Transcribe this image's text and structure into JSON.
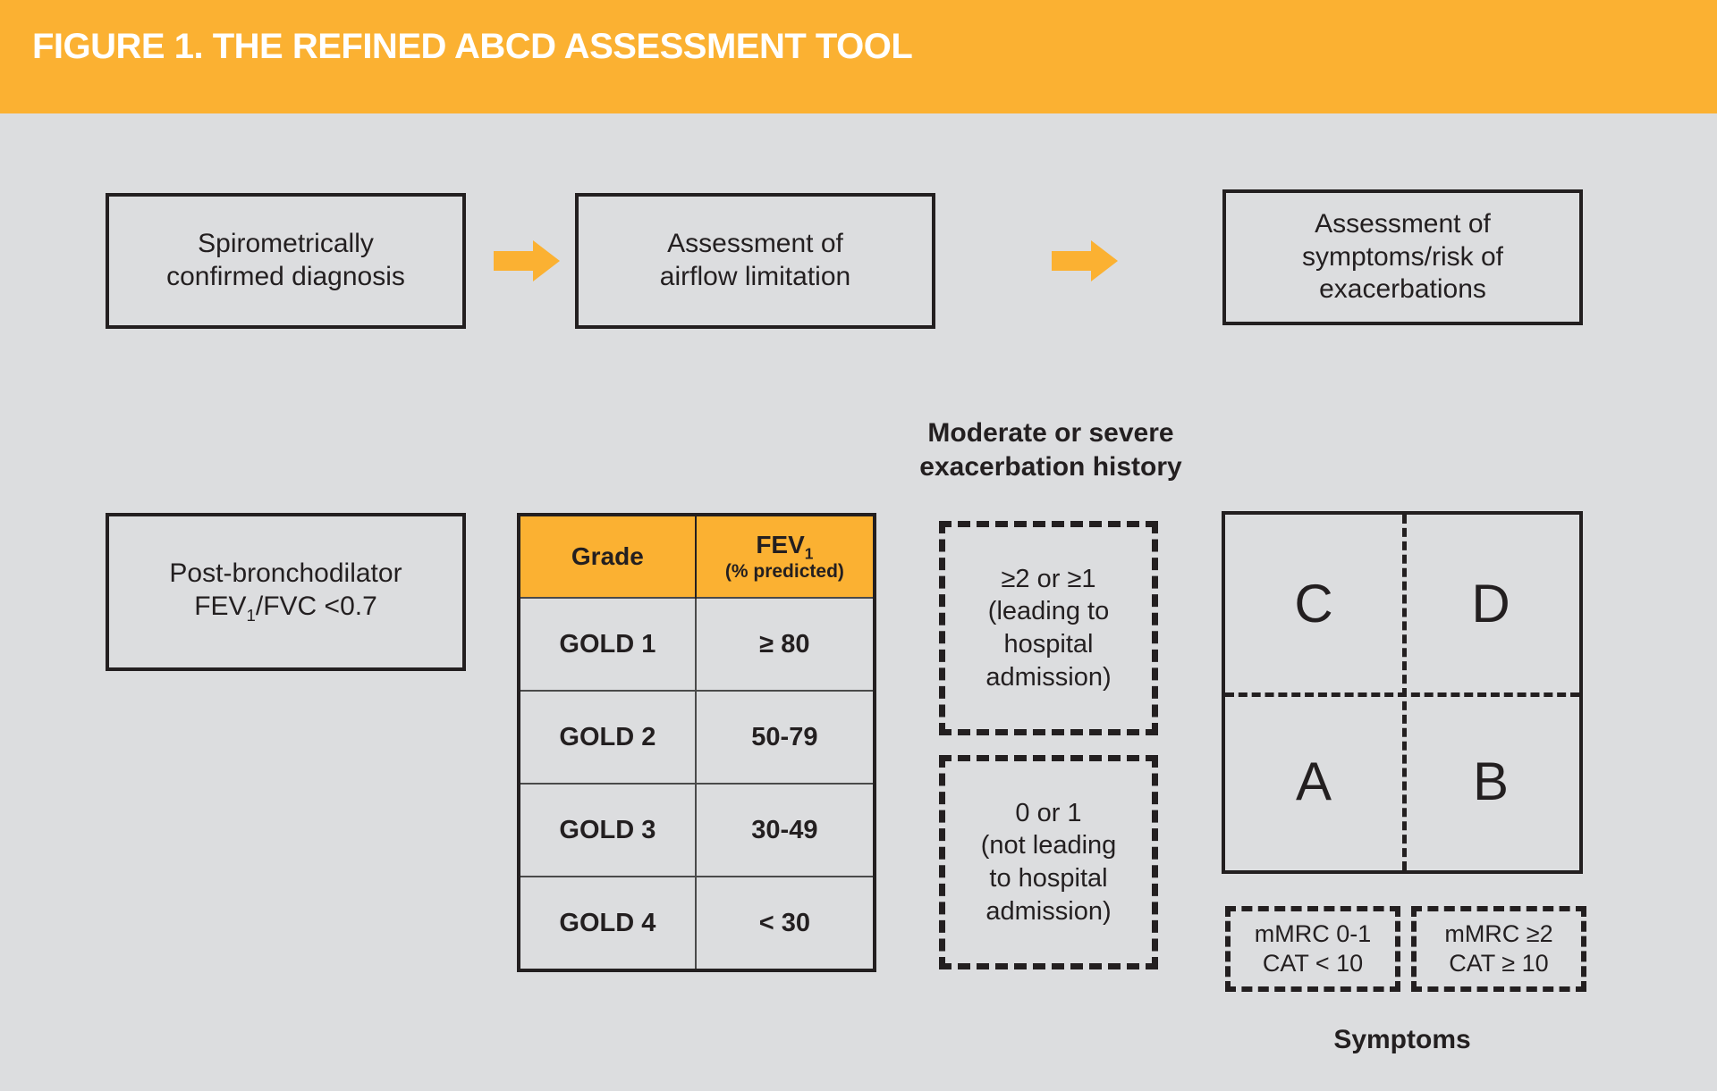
{
  "banner": {
    "title": "FIGURE 1. THE REFINED ABCD ASSESSMENT TOOL",
    "background_color": "#fbb132",
    "text_color": "#ffffff"
  },
  "canvas": {
    "background_color": "#dcdddf",
    "line_color": "#231f20",
    "accent_color": "#fbb132"
  },
  "flow": {
    "step1": {
      "line1": "Spirometrically",
      "line2": "confirmed diagnosis"
    },
    "arrow1": "right-arrow-icon",
    "step2": {
      "line1": "Assessment of",
      "line2": "airflow limitation"
    },
    "arrow2": "right-arrow-icon",
    "step3": {
      "line1": "Assessment of",
      "line2": "symptoms/risk of",
      "line3": "exacerbations"
    }
  },
  "criteria_box": {
    "line1": "Post-bronchodilator",
    "line2_pre": "FEV",
    "line2_sub": "1",
    "line2_post": "/FVC <0.7"
  },
  "chart_data": {
    "type": "table",
    "title": "GOLD grades of airflow limitation",
    "columns": [
      "Grade",
      "FEV1 (% predicted)"
    ],
    "header": {
      "col1": "Grade",
      "col2_main_pre": "FEV",
      "col2_main_sub": "1",
      "col2_sub": "(% predicted)"
    },
    "rows": [
      {
        "grade": "GOLD 1",
        "fev1": "≥ 80"
      },
      {
        "grade": "GOLD 2",
        "fev1": "50-79"
      },
      {
        "grade": "GOLD 3",
        "fev1": "30-49"
      },
      {
        "grade": "GOLD 4",
        "fev1": "< 30"
      }
    ]
  },
  "exacerbation": {
    "label_line1": "Moderate or severe",
    "label_line2": "exacerbation history",
    "high": {
      "line1": "≥2 or ≥1",
      "line2": "(leading to",
      "line3": "hospital",
      "line4": "admission)"
    },
    "low": {
      "line1": "0 or 1",
      "line2": "(not leading",
      "line3": "to hospital",
      "line4": "admission)"
    }
  },
  "abcd_grid": {
    "quadrants": {
      "top_left": "C",
      "top_right": "D",
      "bottom_left": "A",
      "bottom_right": "B"
    },
    "symptom_low": {
      "line1": "mMRC 0-1",
      "line2": "CAT < 10"
    },
    "symptom_high": {
      "line1": "mMRC ≥2",
      "line2": "CAT ≥ 10"
    },
    "axis_label": "Symptoms"
  }
}
